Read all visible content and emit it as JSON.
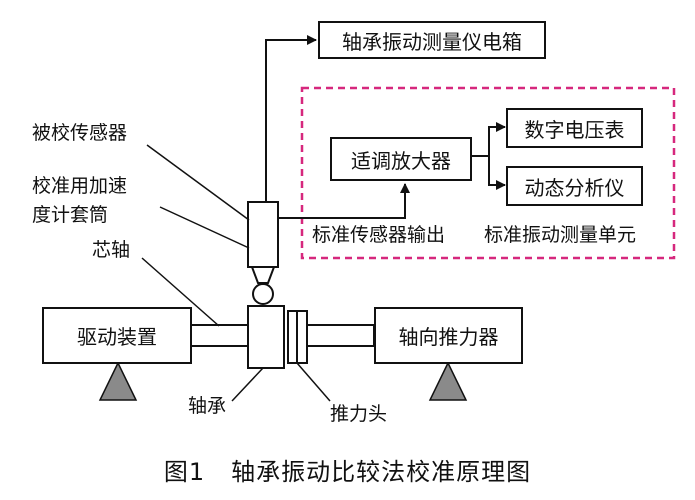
{
  "boxes": {
    "instrument_box": "轴承振动测量仪电箱",
    "amplifier": "适调放大器",
    "digital_voltmeter": "数字电压表",
    "dynamic_analyzer": "动态分析仪",
    "drive_device": "驱动装置",
    "axial_thrust": "轴向推力器"
  },
  "labels": {
    "calibrated_sensor": "被校传感器",
    "accel_sleeve_line1": "校准用加速",
    "accel_sleeve_line2": "度计套筒",
    "mandrel": "芯轴",
    "standard_sensor_output": "标准传感器输出",
    "standard_unit": "标准振动测量单元",
    "bearing": "轴承",
    "thrust_head": "推力头"
  },
  "caption": {
    "number": "图1",
    "title": "轴承振动比较法校准原理图"
  },
  "colors": {
    "stroke": "#111111",
    "dashed_border": "#d6287d",
    "support_fill": "#8a8a8a"
  }
}
